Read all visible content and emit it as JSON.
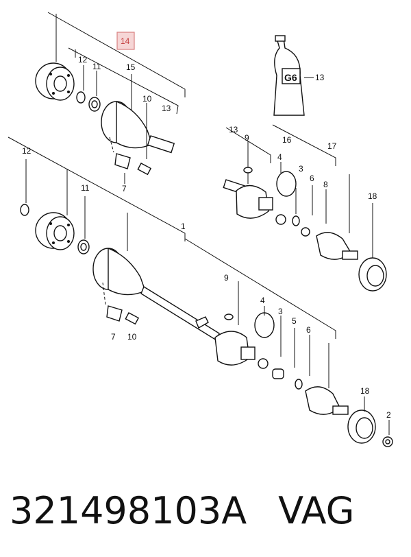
{
  "callouts": {
    "c14": "14",
    "c15": "15",
    "c13a": "13",
    "c12a": "12",
    "c11a": "11",
    "c10a": "10",
    "c7a": "7",
    "c13b": "13",
    "c13c": "13",
    "c9a": "9",
    "c16": "16",
    "c17": "17",
    "c4a": "4",
    "c3a": "3",
    "c6a": "6",
    "c8": "8",
    "c18a": "18",
    "c12b": "12",
    "c11b": "11",
    "c1": "1",
    "c7b": "7",
    "c10b": "10",
    "c9b": "9",
    "c4b": "4",
    "c3b": "3",
    "c5": "5",
    "c6b": "6",
    "c18b": "18",
    "c2": "2"
  },
  "grease_tube_label": "G6",
  "caption": {
    "part_number": "321498103A",
    "brand": "VAG"
  }
}
